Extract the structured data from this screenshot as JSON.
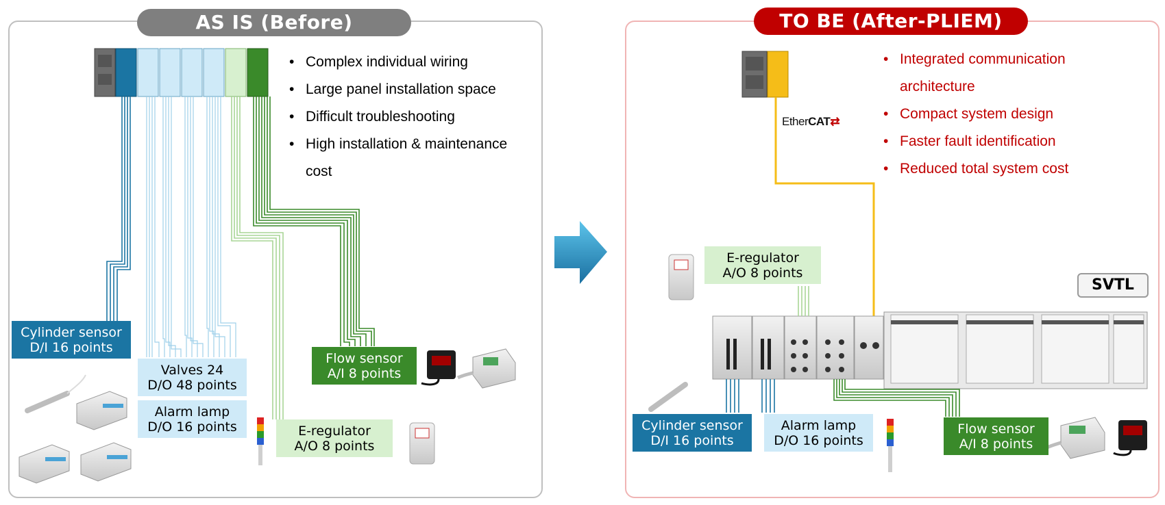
{
  "before": {
    "title": "AS IS (Before)",
    "bullets": [
      "Complex individual wiring",
      "Large panel installation space",
      "Difficult troubleshooting",
      "High installation & maintenance cost"
    ],
    "labels": {
      "cylinder_sensor": [
        "Cylinder sensor",
        "D/I 16 points"
      ],
      "valves": [
        "Valves 24",
        "D/O 48 points"
      ],
      "alarm_lamp": [
        "Alarm lamp",
        "D/O 16 points"
      ],
      "flow_sensor": [
        "Flow sensor",
        "A/I 8 points"
      ],
      "e_regulator": [
        "E-regulator",
        "A/O 8 points"
      ]
    }
  },
  "after": {
    "title": "TO BE (After-PLIEM)",
    "bullets": [
      "Integrated communication architecture",
      "Compact system design",
      "Faster fault identification",
      "Reduced total system cost"
    ],
    "network_logo": [
      "Ether",
      "CAT"
    ],
    "svtl": "SVTL",
    "labels": {
      "e_regulator": [
        "E-regulator",
        "A/O 8 points"
      ],
      "cylinder_sensor": [
        "Cylinder sensor",
        "D/I 16 points"
      ],
      "alarm_lamp": [
        "Alarm lamp",
        "D/O 16 points"
      ],
      "flow_sensor": [
        "Flow sensor",
        "A/I 8 points"
      ]
    }
  },
  "colors": {
    "di_blue": "#1b75a3",
    "do_lightblue": "#cfeaf8",
    "ai_green": "#3a8a2a",
    "ao_lightgreen": "#d7f0cf",
    "ethercat_yellow": "#f5bd18",
    "after_accent": "#c00000",
    "before_accent": "#7f7f7f"
  },
  "icons": [
    "plc-rack-icon",
    "arrow-right-icon",
    "sensor-icon",
    "valve-manifold-icon",
    "signal-tower-icon",
    "flow-meter-icon",
    "regulator-icon",
    "io-module-icon"
  ]
}
